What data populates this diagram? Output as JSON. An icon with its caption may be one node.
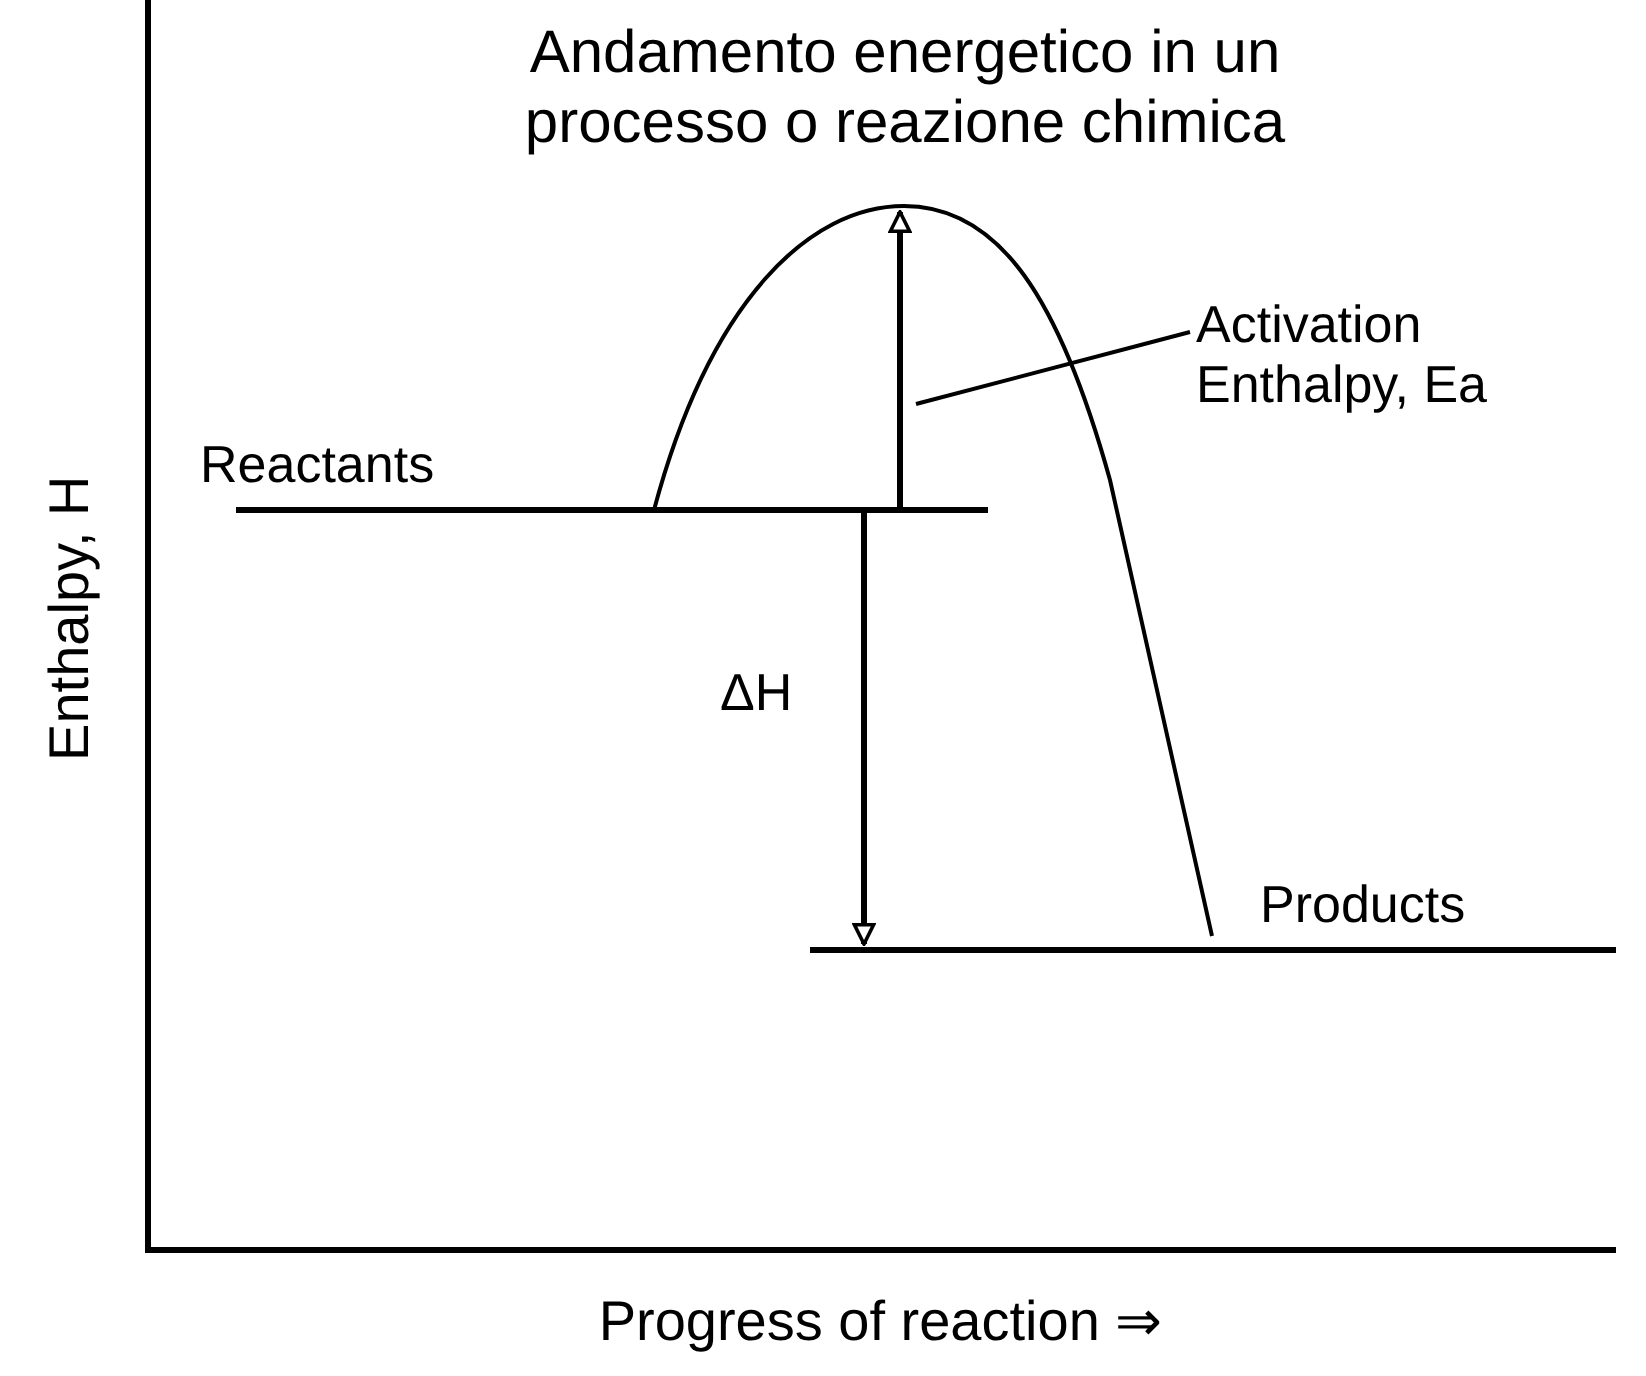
{
  "diagram": {
    "title": "Andamento energetico in un processo o reazione chimica",
    "nodes": [
      {
        "text": [
          "Activation Enthalpy, Ea"
        ]
      },
      {
        "text": [],
        "shape": "arrow"
      }
    ],
    "edges": [
      {
        "from": 0,
        "to": 1,
        "arrow": "none"
      }
    ],
    "labels": [
      "Reactants",
      "ΔH",
      "Products",
      "Enthalpy, H",
      "Progress of reaction ⇒"
    ]
  }
}
